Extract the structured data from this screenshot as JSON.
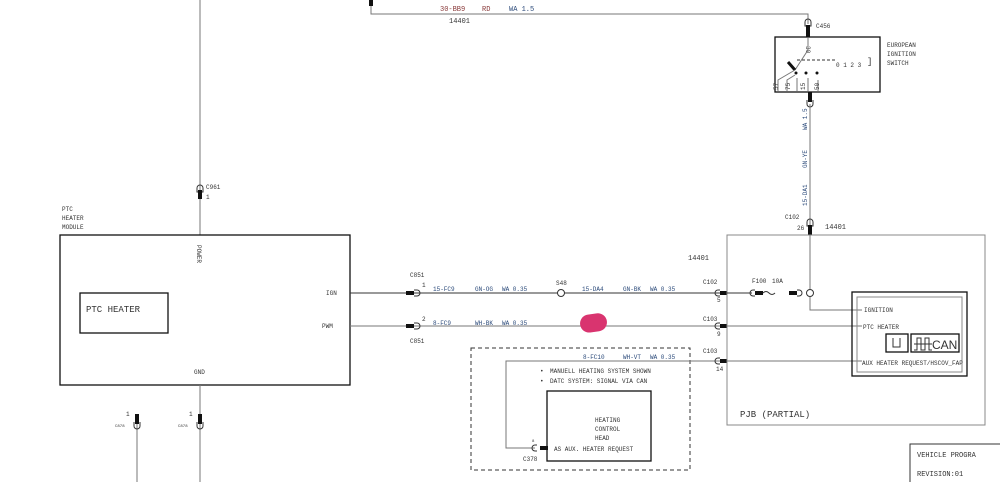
{
  "top_wire": {
    "circuit": "30-BB9",
    "color": "RD",
    "gauge": "WA 1.5",
    "harness": "14401"
  },
  "ignition_switch": {
    "connector": "C456",
    "pin_top": "30",
    "pins": [
      "57",
      "75",
      "15",
      "50"
    ],
    "label": [
      "EUROPEAN",
      "IGNITION",
      "SWITCH"
    ]
  },
  "switch_output_wire": {
    "gauge": "WA 1.5",
    "color": "GN-YE",
    "circuit": "15-DA1"
  },
  "ptc_module": {
    "label": [
      "PTC",
      "HEATER",
      "MODULE"
    ],
    "inner_label": "PTC HEATER",
    "power_pin": "POWER",
    "ign_pin": "IGN",
    "pwm_pin": "PWM",
    "gnd_pin": "GND",
    "power_connector": "C961"
  },
  "ign_wire": {
    "connector": "C851",
    "pin": "1",
    "circuit1": "15-FC9",
    "color1": "GN-OG",
    "gauge1": "WA 0.35",
    "splice": "S48",
    "circuit2": "15-DA4",
    "color2": "GN-BK",
    "gauge2": "WA 0.35"
  },
  "pwm_wire": {
    "connector": "C851",
    "pin": "2",
    "circuit": "8-FC9",
    "color": "WH-BK",
    "gauge": "WA 0.35"
  },
  "aux_wire": {
    "circuit": "8-FC10",
    "color": "WH-VT",
    "gauge": "WA 0.35"
  },
  "notes": [
    "MANUELL HEATING SYSTEM SHOWN",
    "DATC SYSTEM: SIGNAL VIA CAN"
  ],
  "heating_control_head": {
    "label": [
      "HEATING",
      "CONTROL",
      "HEAD"
    ],
    "pin_label": "AS AUX. HEATER REQUEST",
    "connector": "C378"
  },
  "pjb": {
    "label": "PJB (PARTIAL)",
    "harness": "14401",
    "c102": "C102",
    "c102_top_pin": "26",
    "c102_pin": "5",
    "c103": "C103",
    "c103_pin_pwm": "9",
    "c103_pin_aux": "14",
    "fuse": "F100",
    "fuse_rating": "10A",
    "module_inputs": [
      "IGNITION",
      "PTC HEATER",
      "AUX HEATER REQUEST/HSCOV_FAP"
    ],
    "can_label": "CAN"
  },
  "ground_connectors": [
    {
      "name": "C878",
      "pin": "1"
    },
    {
      "name": "C878",
      "pin": "1"
    }
  ],
  "title_block": {
    "program": "VEHICLE PROGRA",
    "revision": "REVISION:01"
  }
}
